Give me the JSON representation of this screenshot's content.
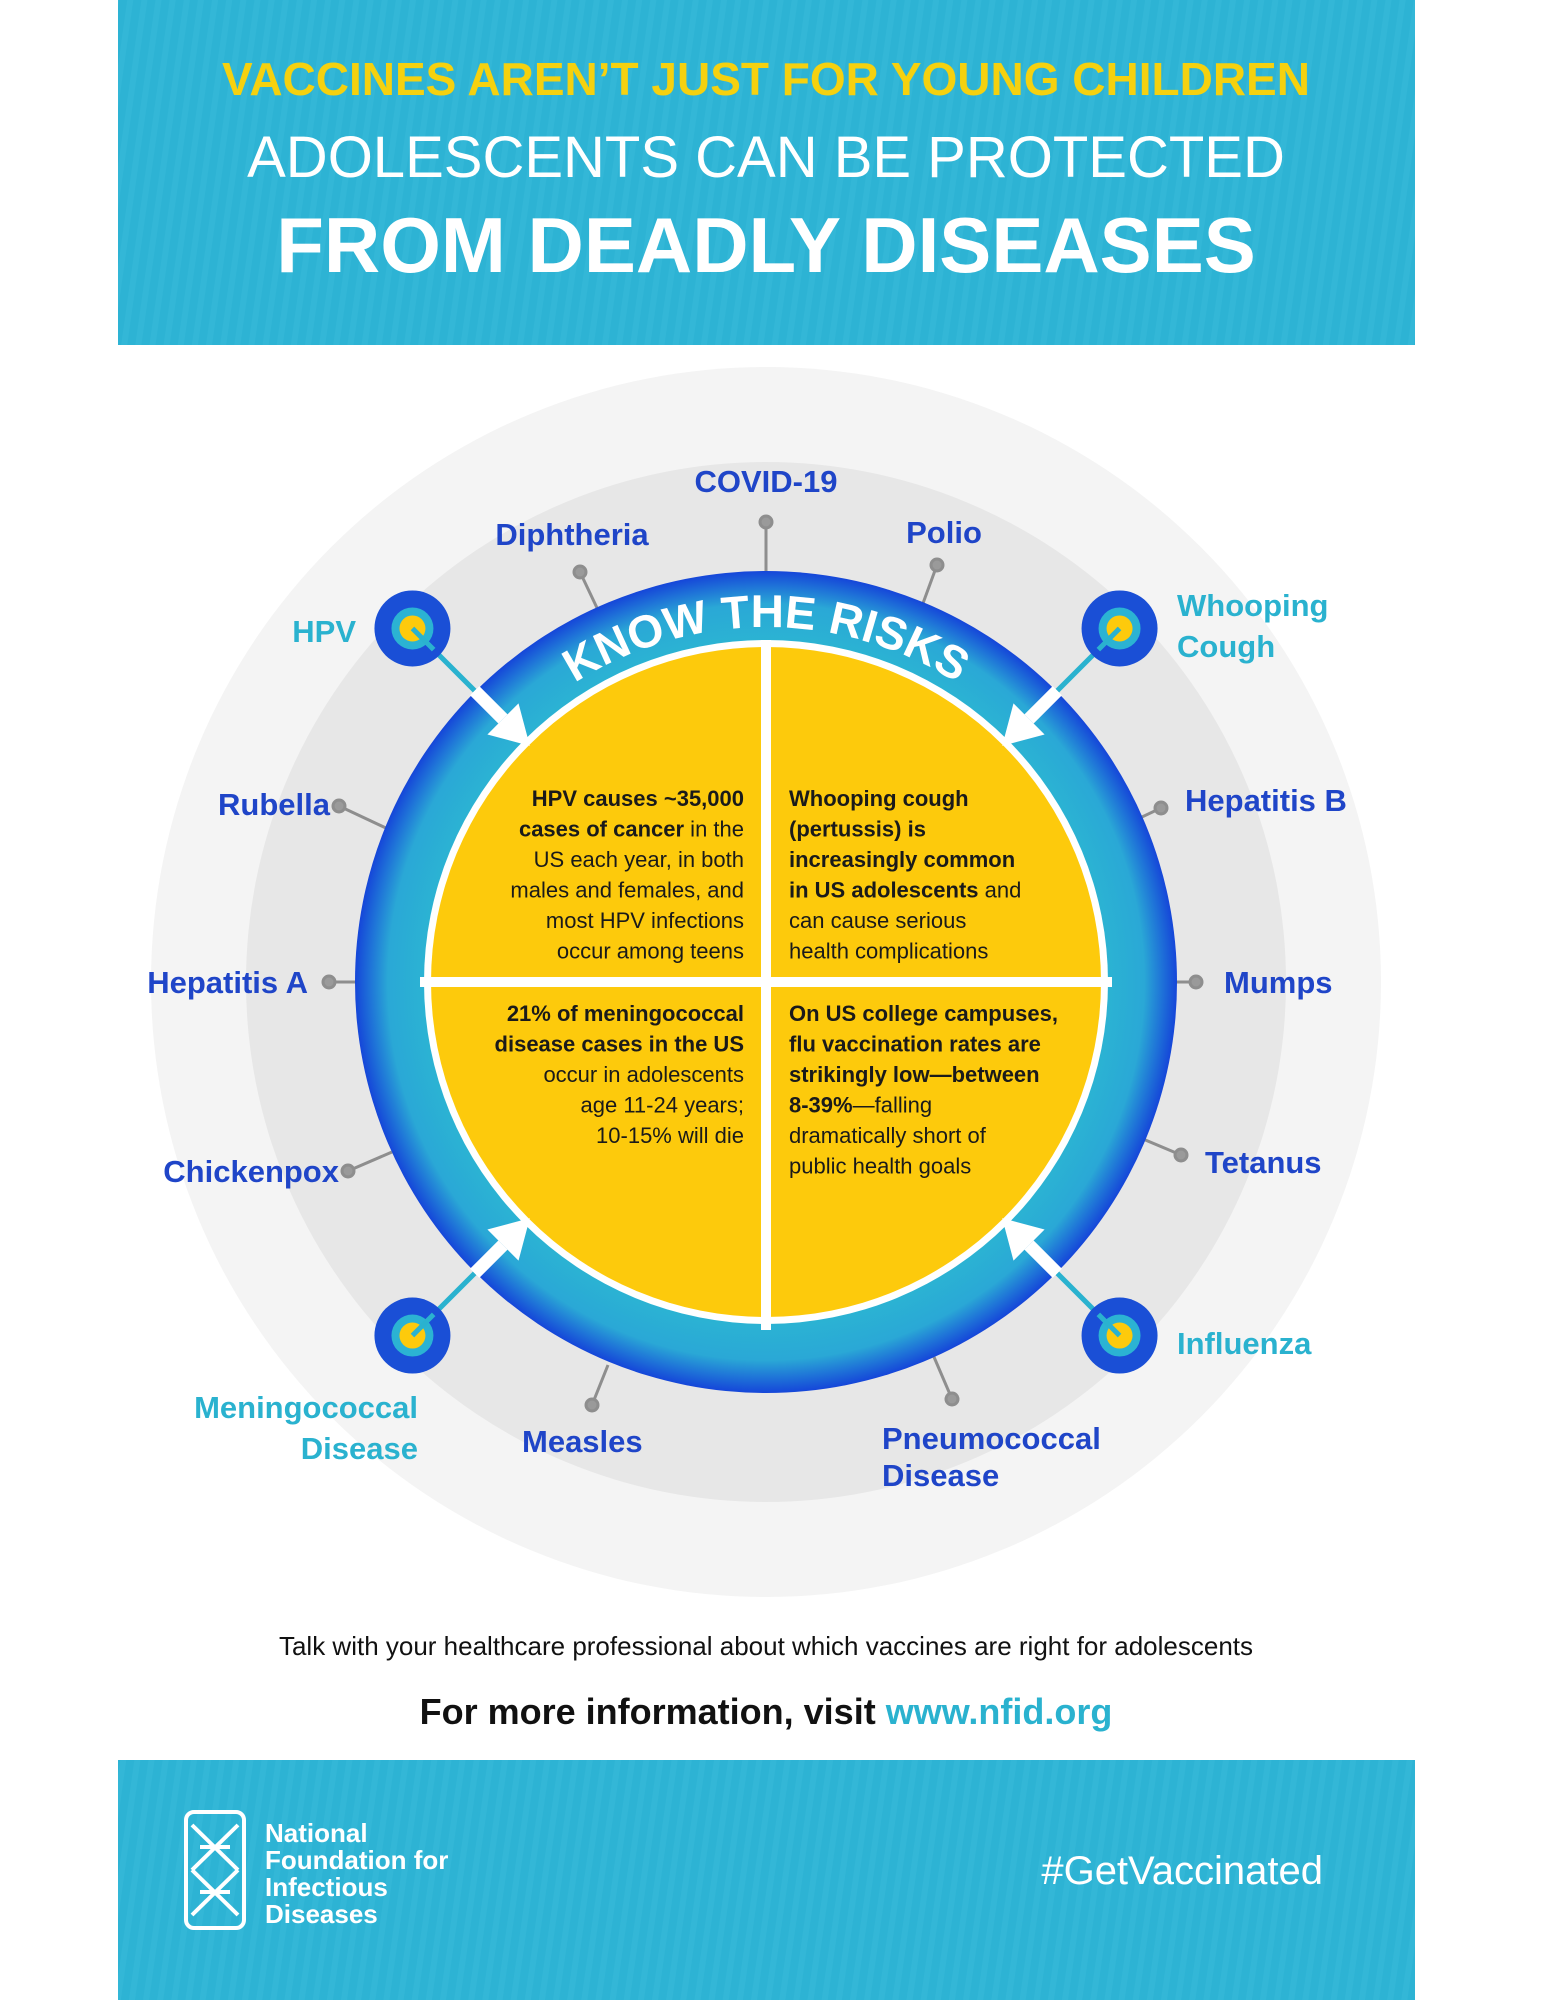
{
  "header": {
    "line1": "VACCINES AREN’T JUST FOR YOUNG CHILDREN",
    "line2": "ADOLESCENTS CAN BE PROTECTED",
    "line3": "FROM DEADLY DISEASES"
  },
  "ring_title": "KNOW THE RISKS",
  "diseases": {
    "covid": "COVID-19",
    "diphtheria": "Diphtheria",
    "polio": "Polio",
    "hpv": "HPV",
    "whooping_cough": [
      "Whooping",
      "Cough"
    ],
    "rubella": "Rubella",
    "hepatitis_b": "Hepatitis B",
    "hepatitis_a": "Hepatitis A",
    "mumps": "Mumps",
    "chickenpox": "Chickenpox",
    "tetanus": "Tetanus",
    "meningococcal": [
      "Meningococcal",
      "Disease"
    ],
    "influenza": "Influenza",
    "measles": "Measles",
    "pneumococcal": [
      "Pneumococcal",
      "Disease"
    ]
  },
  "quadrants": [
    {
      "id": "hpv",
      "lines": [
        [
          "HPV causes ~35,000",
          ""
        ],
        [
          "cases of cancer",
          " in the"
        ],
        [
          "",
          "US each year, in both"
        ],
        [
          "",
          "males and females, and"
        ],
        [
          "",
          "most HPV infections"
        ],
        [
          "",
          "occur among teens"
        ]
      ]
    },
    {
      "id": "whooping-cough",
      "lines": [
        [
          "Whooping cough",
          ""
        ],
        [
          "(pertussis) is",
          ""
        ],
        [
          "increasingly common",
          ""
        ],
        [
          "in US adolescents",
          " and"
        ],
        [
          "",
          "can cause serious"
        ],
        [
          "",
          "health complications"
        ]
      ]
    },
    {
      "id": "meningococcal",
      "lines": [
        [
          "21% of meningococcal",
          ""
        ],
        [
          "disease cases in the US",
          ""
        ],
        [
          "",
          "occur in adolescents"
        ],
        [
          "",
          "age 11-24 years;"
        ],
        [
          "",
          "10-15% will die"
        ]
      ]
    },
    {
      "id": "influenza",
      "lines": [
        [
          "On US college campuses,",
          ""
        ],
        [
          "flu vaccination rates are",
          ""
        ],
        [
          "strikingly low—between",
          ""
        ],
        [
          "8-39%",
          "—falling"
        ],
        [
          "",
          "dramatically short of"
        ],
        [
          "",
          "public health goals"
        ]
      ]
    }
  ],
  "footer_text": {
    "talk": "Talk with your healthcare professional about which vaccines are right for adolescents",
    "more_info": "For more information, visit ",
    "link": "www.nfid.org"
  },
  "footer": {
    "org_lines": [
      "National",
      "Foundation for",
      "Infectious",
      "Diseases"
    ],
    "hashtag": "#GetVaccinated"
  },
  "colors": {
    "banner": "#2db3d4",
    "yellow_title": "#f5d10f",
    "quadrant_yellow": "#fdca0c",
    "dark_blue": "#1f45c8",
    "teal": "#2ab2cf"
  }
}
